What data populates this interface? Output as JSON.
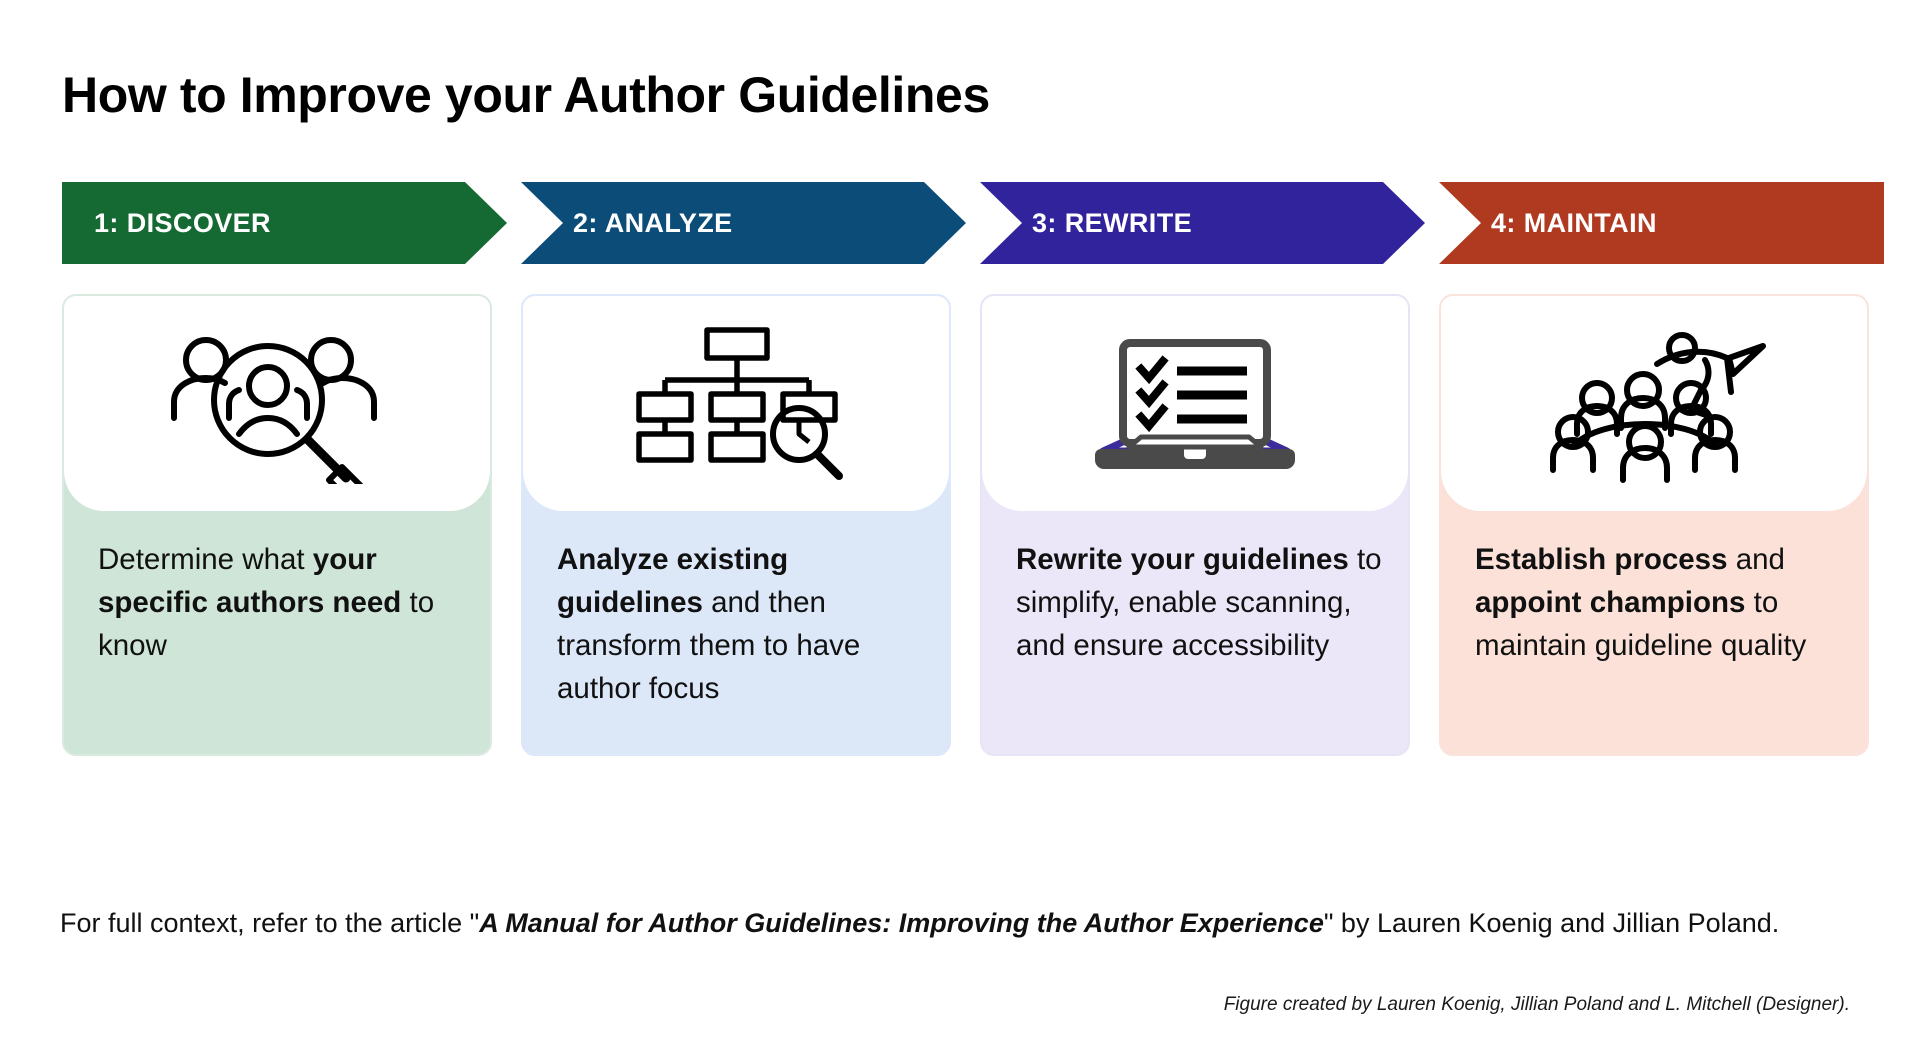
{
  "page": {
    "title": "How to Improve your Author Guidelines",
    "background": "#FFFFFF"
  },
  "steps": [
    {
      "banner_label": "1: DISCOVER",
      "banner_color": "#156A33",
      "card_bg": "#CFE5D8",
      "card_border": "#D9EADF",
      "icon_name": "people-magnifier-icon",
      "text_parts": [
        {
          "text": "Determine what ",
          "bold": false
        },
        {
          "text": "your specific authors need",
          "bold": true
        },
        {
          "text": " to know",
          "bold": false
        }
      ]
    },
    {
      "banner_label": "2: ANALYZE",
      "banner_color": "#0C4C78",
      "card_bg": "#DCE7F8",
      "card_border": "#DDE8FA",
      "icon_name": "flowchart-magnifier-icon",
      "text_parts": [
        {
          "text": "Analyze existing guidelines",
          "bold": true
        },
        {
          "text": " and then transform them to have author focus",
          "bold": false
        }
      ]
    },
    {
      "banner_label": "3: REWRITE",
      "banner_color": "#31239B",
      "card_bg": "#EBE7F8",
      "card_border": "#E8E4F7",
      "icon_name": "laptop-checklist-icon",
      "text_parts": [
        {
          "text": "Rewrite your guidelines",
          "bold": true
        },
        {
          "text": " to simplify, enable scanning, and ensure accessibility",
          "bold": false
        }
      ]
    },
    {
      "banner_label": "4: MAINTAIN",
      "banner_color": "#B03A20",
      "card_bg": "#FBE1D8",
      "card_border": "#FAE3DB",
      "icon_name": "team-meeting-champion-icon",
      "text_parts": [
        {
          "text": "Establish process",
          "bold": true
        },
        {
          "text": " and ",
          "bold": false
        },
        {
          "text": "appoint champions",
          "bold": true
        },
        {
          "text": " to maintain guideline quality",
          "bold": false
        }
      ]
    }
  ],
  "footer": {
    "prefix": "For full context, refer to the article \"",
    "article_title": "A Manual for Author Guidelines:  Improving the Author Experience",
    "suffix": "\" by Lauren Koenig and Jillian Poland.",
    "credit": "Figure created by Lauren Koenig, Jillian Poland and L. Mitchell (Designer)."
  }
}
